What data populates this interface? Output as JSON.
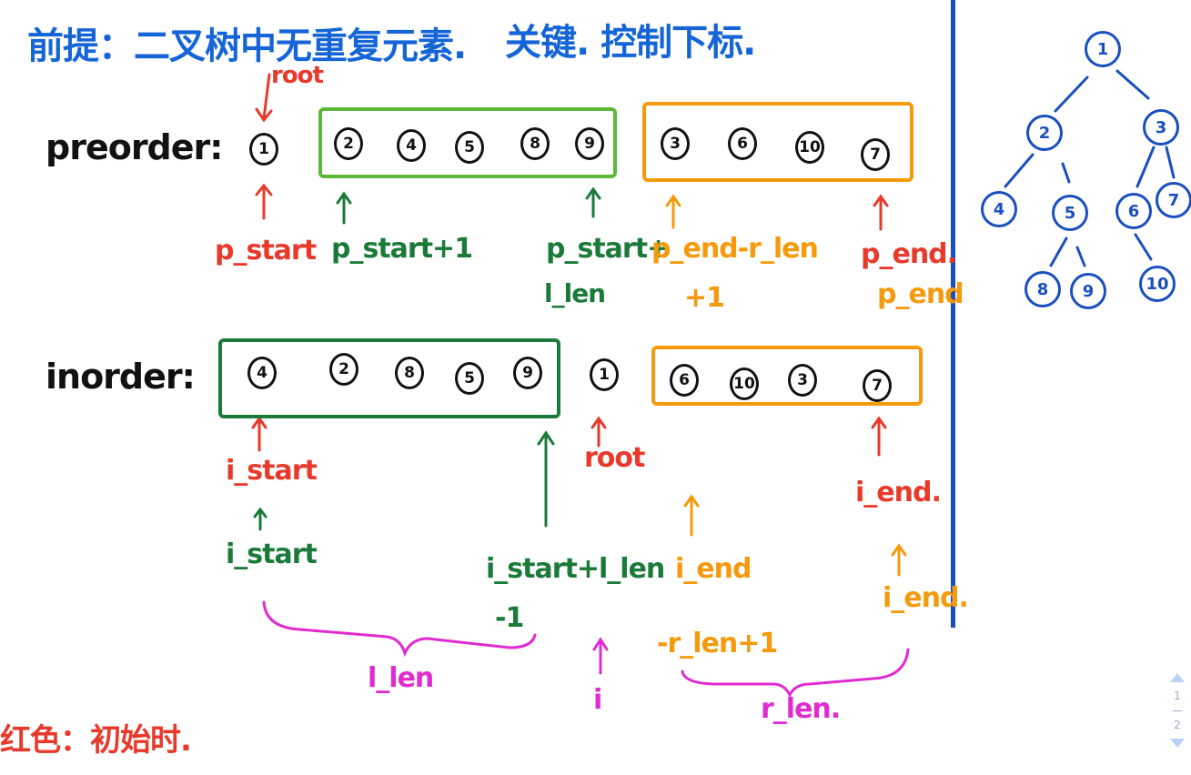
{
  "title": {
    "premise": "前提：二叉树中无重复元素.",
    "key": "关键. 控制下标."
  },
  "legend_note": "红色：初始时.",
  "preorder": {
    "label": "preorder:",
    "root_tag": "root",
    "values": [
      "1",
      "2",
      "4",
      "5",
      "8",
      "9",
      "3",
      "6",
      "10",
      "7"
    ],
    "labels": {
      "p_start": "p_start",
      "p_start_plus1": "p_start+1",
      "p_start_plus_l_len_line1": "p_start+",
      "p_start_plus_l_len_line2": "l_len",
      "p_end_minus_r_len_line1": "p_end-r_len",
      "p_end_minus_r_len_line2": "+1",
      "p_end_red": "p_end.",
      "p_end_orange": "p_end"
    }
  },
  "inorder": {
    "label": "inorder:",
    "values": [
      "4",
      "2",
      "8",
      "5",
      "9",
      "1",
      "6",
      "10",
      "3",
      "7"
    ],
    "labels": {
      "i_start_red": "i_start",
      "i_start_green": "i_start",
      "root": "root",
      "i_start_l_len_line1": "i_start+l_len",
      "i_start_l_len_line2": "-1",
      "i_end_orange_line1": "i_end",
      "i_end_orange_line2": "-r_len+1",
      "i_end_red": "i_end.",
      "i_end_orange2": "i_end.",
      "l_len": "l_len",
      "r_len": "r_len.",
      "i": "i"
    }
  },
  "tree": {
    "nodes": [
      "1",
      "2",
      "3",
      "4",
      "5",
      "6",
      "7",
      "8",
      "9",
      "10"
    ]
  },
  "pager": {
    "current": "1",
    "total": "2"
  },
  "colors": {
    "red": "#e8392b",
    "green": "#1b7a3a",
    "lightgreen": "#5cb839",
    "orange": "#f59a0c",
    "magenta": "#e02bd1",
    "blue": "#1565d8",
    "tree": "#1a4fbf"
  }
}
